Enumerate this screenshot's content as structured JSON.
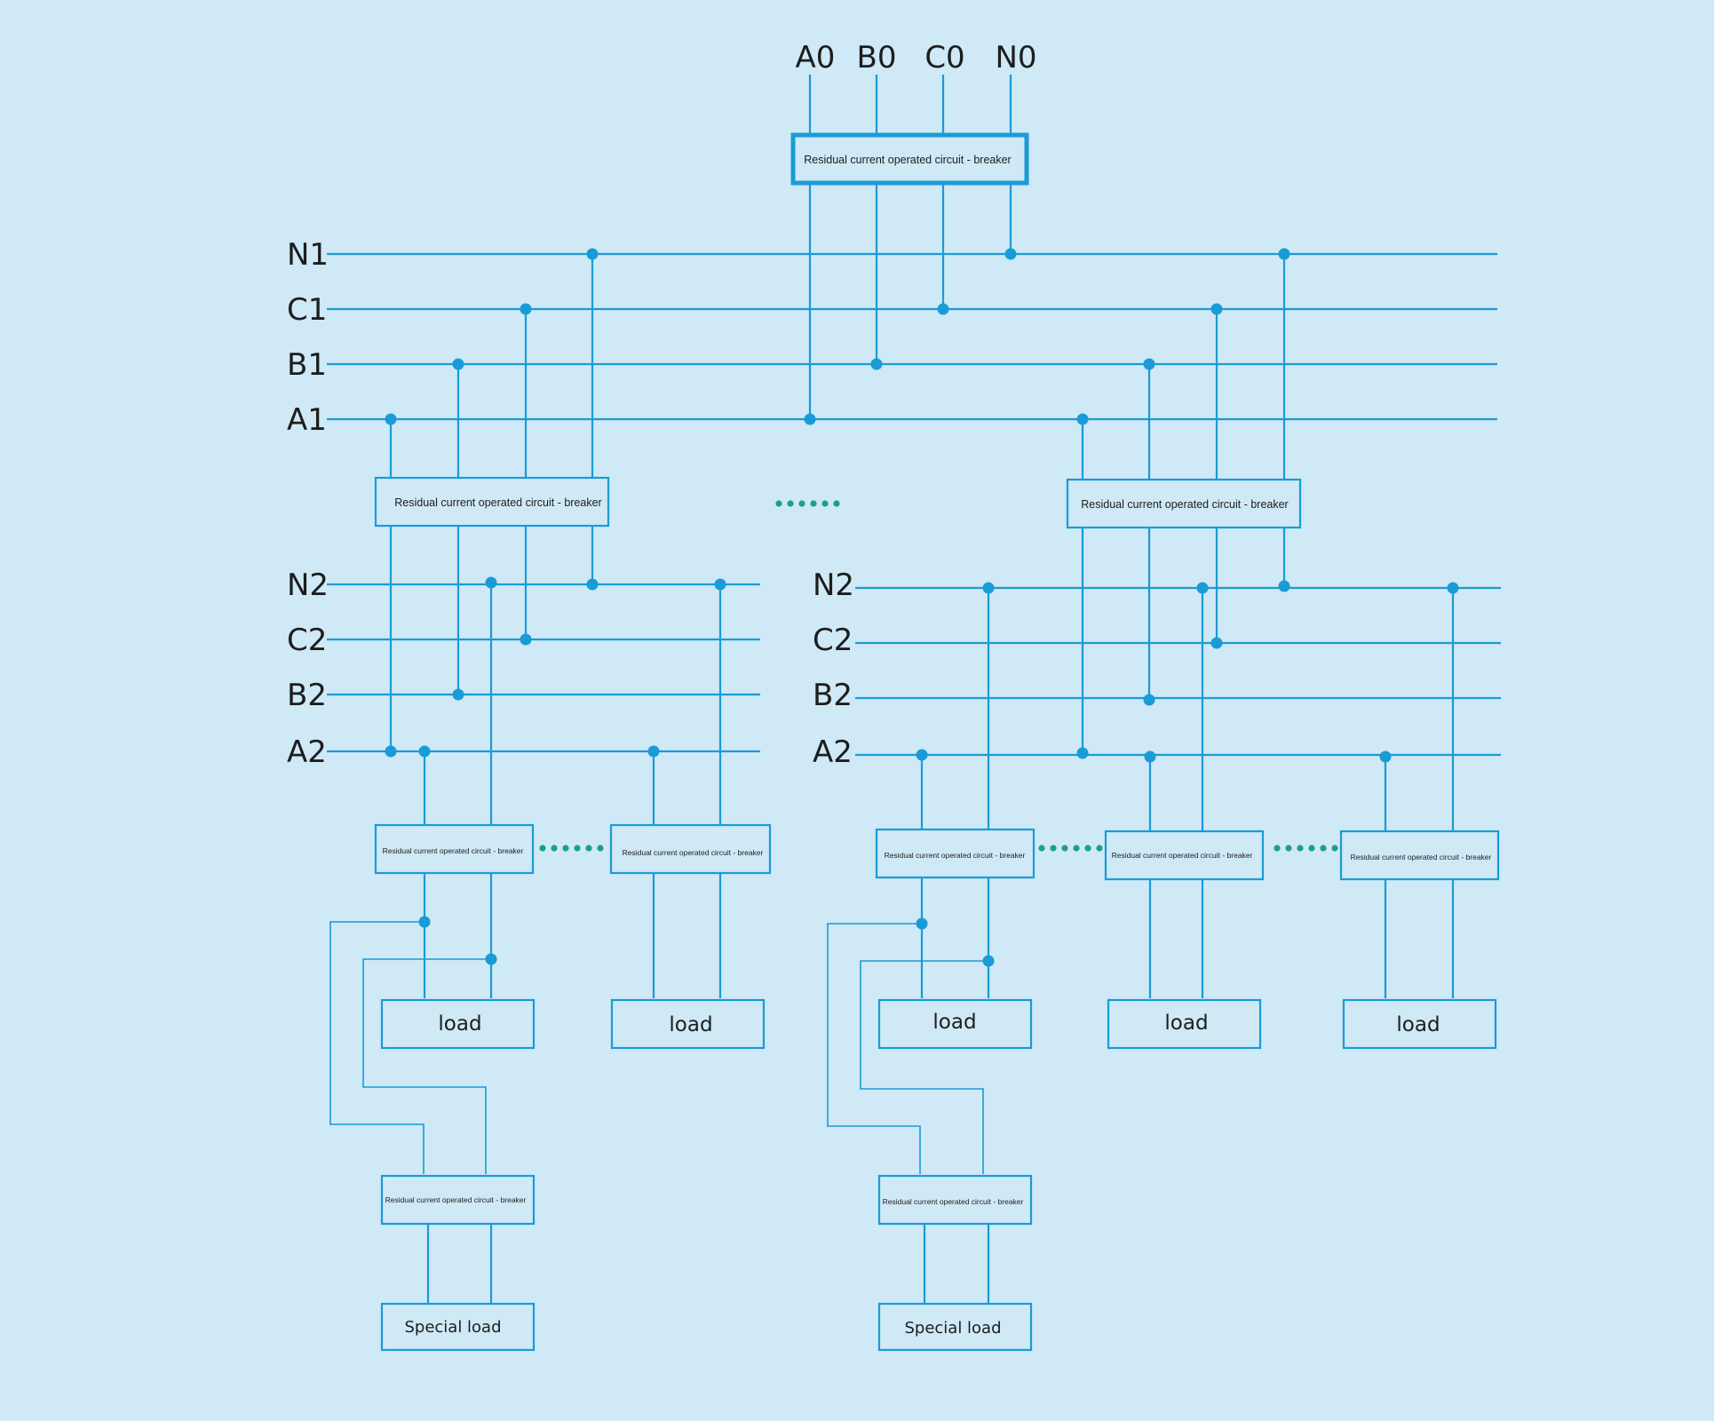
{
  "source_labels": [
    "A0",
    "B0",
    "C0",
    "N0"
  ],
  "bus1_labels": [
    "N1",
    "C1",
    "B1",
    "A1"
  ],
  "bus2_left_labels": [
    "N2",
    "C2",
    "B2",
    "A2"
  ],
  "bus2_right_labels": [
    "N2",
    "C2",
    "B2",
    "A2"
  ],
  "breaker_main": "Residual current operated circuit - breaker",
  "breaker_l1_left": "Residual current operated circuit - breaker",
  "breaker_l1_right": "Residual current operated circuit - breaker",
  "breaker_l2": [
    "Residual current operated circuit - breaker",
    "Residual current operated circuit - breaker",
    "Residual current operated circuit - breaker",
    "Residual current operated circuit - breaker",
    "Residual current operated circuit - breaker"
  ],
  "breaker_special": [
    "Residual current operated circuit - breaker",
    "Residual current operated circuit - breaker"
  ],
  "loads": [
    "load",
    "load",
    "load",
    "load",
    "load"
  ],
  "special_loads": [
    "Special load",
    "Special load"
  ],
  "colors": {
    "background": "#cfe9f6",
    "wire": "#1a9bd6",
    "ellipsis": "#1aa08a",
    "text": "#1d1d1d"
  }
}
